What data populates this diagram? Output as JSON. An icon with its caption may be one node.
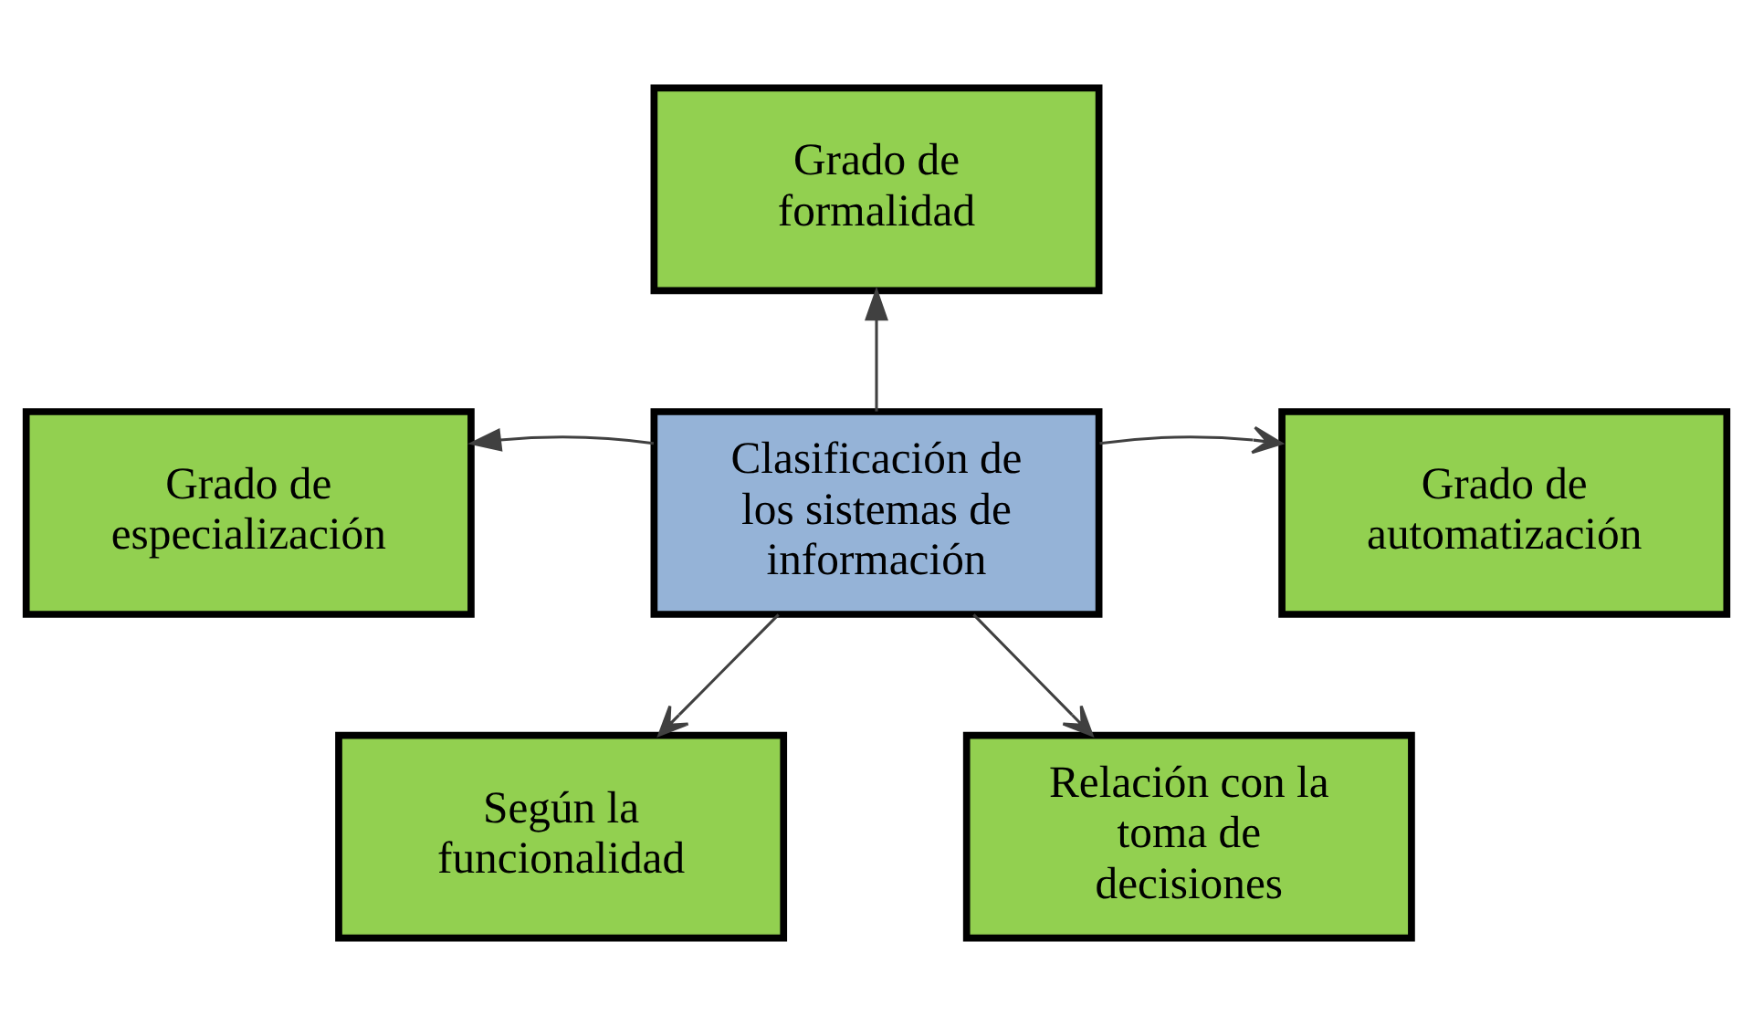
{
  "diagram": {
    "nodes": [
      {
        "text": [
          "Clasificación de los sistemas de información"
        ]
      },
      {
        "text": [
          "Grado de formalidad"
        ]
      },
      {
        "text": [
          "Grado de especialización"
        ]
      },
      {
        "text": [
          "Grado de automatización"
        ]
      },
      {
        "text": [
          "Según la funcionalidad"
        ]
      },
      {
        "text": [
          "Relación con la toma de decisiones"
        ]
      }
    ],
    "edges": [
      {
        "from": 0,
        "to": 1,
        "arrow": "to"
      },
      {
        "from": 0,
        "to": 2,
        "arrow": "to"
      },
      {
        "from": 0,
        "to": 3,
        "arrow": "to"
      },
      {
        "from": 0,
        "to": 4,
        "arrow": "to"
      },
      {
        "from": 0,
        "to": 5,
        "arrow": "to"
      }
    ]
  }
}
